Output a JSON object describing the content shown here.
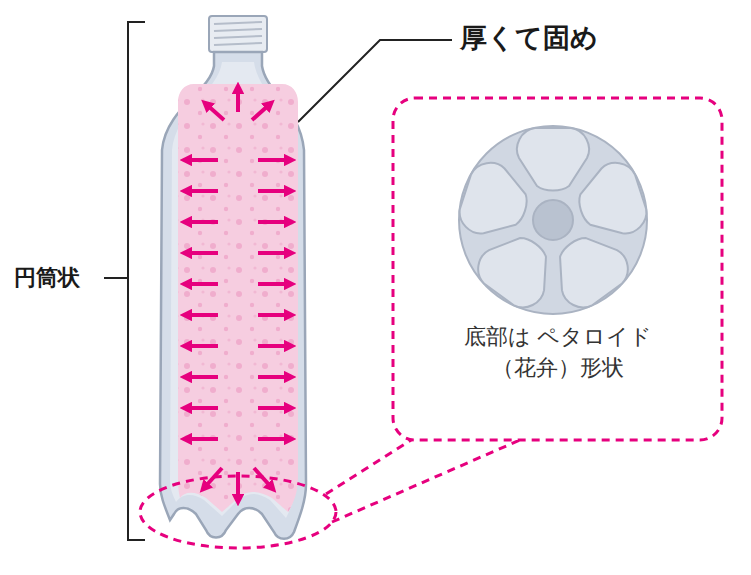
{
  "diagram": {
    "nodes": [
      {
        "text": [
          "底部は ペタロイド（花弁）形状"
        ]
      }
    ],
    "labels": [
      "厚くて固め",
      "円筒状"
    ]
  }
}
